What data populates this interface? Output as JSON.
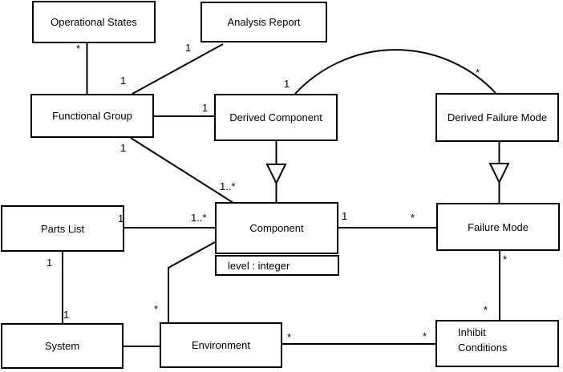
{
  "diagram": {
    "type": "uml-class-diagram",
    "background_color": "#ffffff",
    "line_color": "#000000",
    "nodes": [
      {
        "id": "operational-states",
        "label": "Operational States"
      },
      {
        "id": "analysis-report",
        "label": "Analysis Report"
      },
      {
        "id": "functional-group",
        "label": "Functional Group"
      },
      {
        "id": "derived-component",
        "label": "Derived Component"
      },
      {
        "id": "derived-failure-mode",
        "label": "Derived Failure Mode"
      },
      {
        "id": "parts-list",
        "label": "Parts List"
      },
      {
        "id": "component",
        "label": "Component",
        "attributes": [
          "level : integer"
        ]
      },
      {
        "id": "failure-mode",
        "label": "Failure Mode"
      },
      {
        "id": "system",
        "label": "System"
      },
      {
        "id": "environment",
        "label": "Environment"
      },
      {
        "id": "inhibit-conditions",
        "label": "Inhibit\nConditions"
      }
    ],
    "associations": [
      {
        "source": "Operational States",
        "target": "Functional Group",
        "source_label": "*",
        "target_label": ""
      },
      {
        "source": "Analysis Report",
        "target": "Functional Group",
        "source_label": "1",
        "target_label": "1"
      },
      {
        "source": "Functional Group",
        "target": "Derived Component",
        "source_label": "",
        "target_label": "1"
      },
      {
        "source": "Functional Group",
        "target": "Component",
        "source_label": "1",
        "target_label": "1..*"
      },
      {
        "source": "Parts List",
        "target": "Component",
        "source_label": "1",
        "target_label": "1..*"
      },
      {
        "source": "Component",
        "target": "Failure Mode",
        "source_label": "1",
        "target_label": "*"
      },
      {
        "source": "Parts List",
        "target": "System",
        "source_label": "1",
        "target_label": "1"
      },
      {
        "source": "System",
        "target": "Environment",
        "source_label": "",
        "target_label": ""
      },
      {
        "source": "Environment",
        "target": "Component",
        "source_label": "*",
        "target_label": ""
      },
      {
        "source": "Environment",
        "target": "Inhibit Conditions",
        "source_label": "*",
        "target_label": "*"
      },
      {
        "source": "Failure Mode",
        "target": "Inhibit Conditions",
        "source_label": "*",
        "target_label": "*"
      },
      {
        "source": "Derived Component",
        "target": "Derived Failure Mode",
        "source_label": "1",
        "target_label": "*",
        "shape": "arc"
      }
    ],
    "generalizations": [
      {
        "subclass": "Derived Component",
        "superclass": "Component"
      },
      {
        "subclass": "Derived Failure Mode",
        "superclass": "Failure Mode"
      }
    ]
  }
}
